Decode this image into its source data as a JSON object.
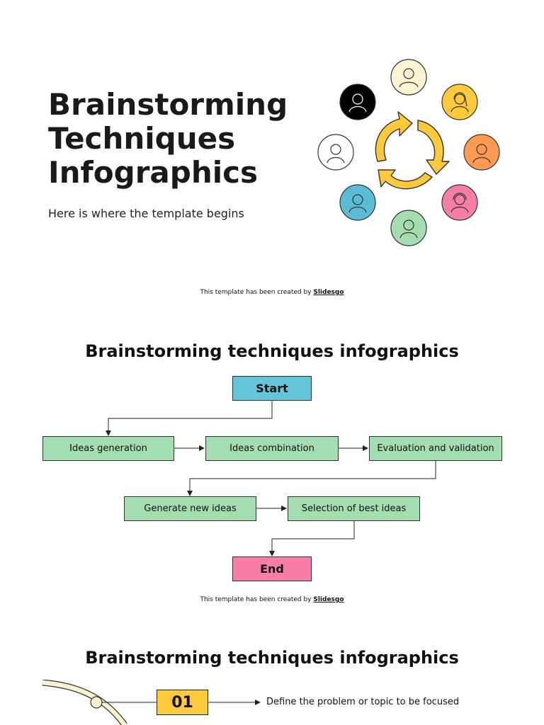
{
  "slide1": {
    "title": "Brainstorming Techniques Infographics",
    "subtitle": "Here is where the template begins",
    "credit_prefix": "This template has been created by ",
    "credit_brand": "Slidesgo",
    "avatars": [
      {
        "icon": "woman-glasses-icon",
        "color": "#fdf3d3"
      },
      {
        "icon": "woman-long-hair-icon",
        "color": "#ffc93c"
      },
      {
        "icon": "man-short-hair-icon",
        "color": "#ff9a52"
      },
      {
        "icon": "person-headphones-icon",
        "color": "#f77fa6"
      },
      {
        "icon": "woman-braid-icon",
        "color": "#a3ddb0"
      },
      {
        "icon": "man-glasses-icon",
        "color": "#5bbcd6"
      },
      {
        "icon": "man-icon",
        "color": "#ffffff"
      },
      {
        "icon": "baby-icon",
        "color": "#000000"
      }
    ],
    "cycle_color": "#ffc93c"
  },
  "slide2": {
    "heading": "Brainstorming techniques infographics",
    "start": "Start",
    "ideas_generation": "Ideas generation",
    "ideas_combination": "Ideas combination",
    "evaluation": "Evaluation and validation",
    "generate_new": "Generate new ideas",
    "selection": "Selection of best ideas",
    "end": "End",
    "credit_prefix": "This template has been created by ",
    "credit_brand": "Slidesgo",
    "colors": {
      "start": "#65c5d8",
      "step": "#a3ddb0",
      "end": "#f77fa6"
    }
  },
  "slide3": {
    "heading": "Brainstorming techniques infographics",
    "step_number": "01",
    "step_text": "Define the problem or topic to be focused",
    "badge_color": "#ffc93c"
  }
}
